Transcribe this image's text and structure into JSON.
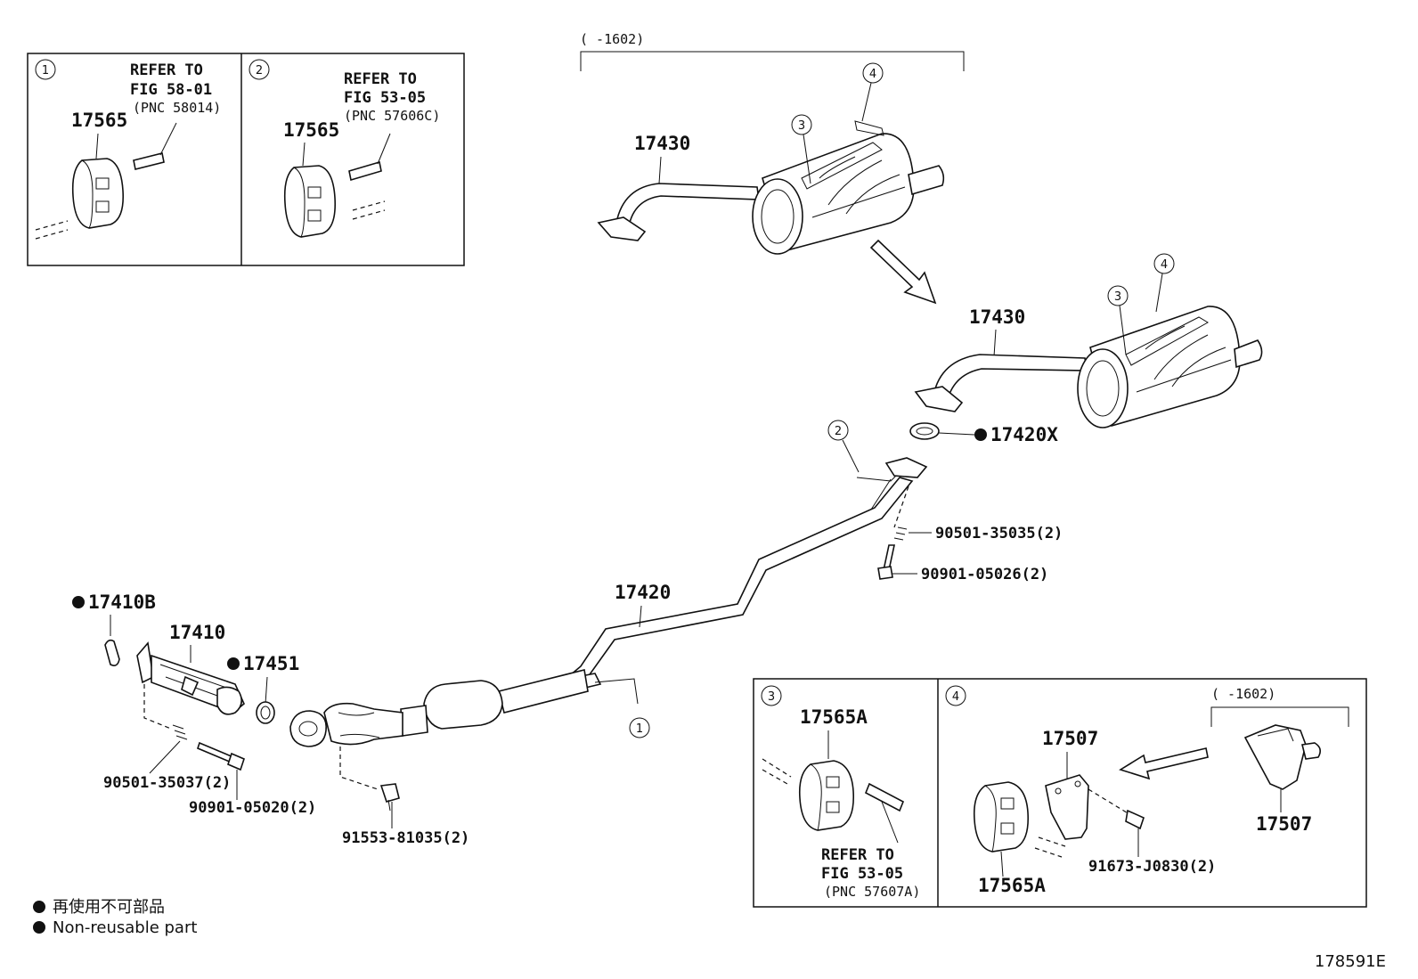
{
  "inset1": {
    "callout": "1",
    "refer_line1": "REFER TO",
    "refer_line2": "FIG 58-01",
    "refer_line3": "(PNC 58014)",
    "part": "17565"
  },
  "inset2": {
    "callout": "2",
    "refer_line1": "REFER TO",
    "refer_line2": "FIG 53-05",
    "refer_line3": "(PNC 57606C)",
    "part": "17565"
  },
  "inset3": {
    "callout": "3",
    "part_top": "17565A",
    "refer_line1": "REFER TO",
    "refer_line2": "FIG 53-05",
    "refer_line3": "(PNC 57607A)"
  },
  "inset4": {
    "callout": "4",
    "range": "(      -1602)",
    "part_bracket": "17507",
    "part_bracket_old": "17507",
    "bolt": "91673-J0830(2)",
    "part_hanger": "17565A"
  },
  "top_range": "(      -1602)",
  "muffler_old": {
    "part": "17430",
    "callout3": "3",
    "callout4": "4"
  },
  "muffler_new": {
    "part": "17430",
    "callout3": "3",
    "callout4": "4"
  },
  "gasket_rear": "17420X",
  "center_pipe": {
    "part": "17420",
    "callout2": "2",
    "callout1": "1"
  },
  "spring_rear": "90501-35035(2)",
  "bolt_rear": "90901-05026(2)",
  "front_gasket": "17410B",
  "front_pipe": "17410",
  "ring_gasket": "17451",
  "spring_front": "90501-35037(2)",
  "bolt_front": "90901-05020(2)",
  "nut_front": "91553-81035(2)",
  "legend": {
    "jp": "再使用不可部品",
    "en": "Non-reusable part"
  },
  "figure_id": "178591E"
}
